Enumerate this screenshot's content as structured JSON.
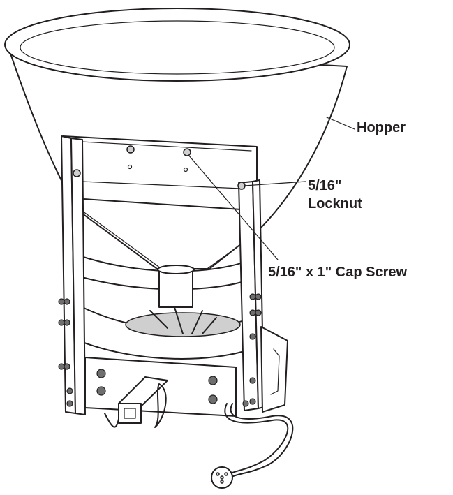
{
  "callouts": {
    "hopper": "Hopper",
    "locknut_size": "5/16\"",
    "locknut_name": "Locknut",
    "cap_screw": "5/16\" x 1\" Cap Screw"
  },
  "colors": {
    "ink": "#231f20",
    "paper": "#ffffff",
    "shade": "#cfcfcf"
  }
}
